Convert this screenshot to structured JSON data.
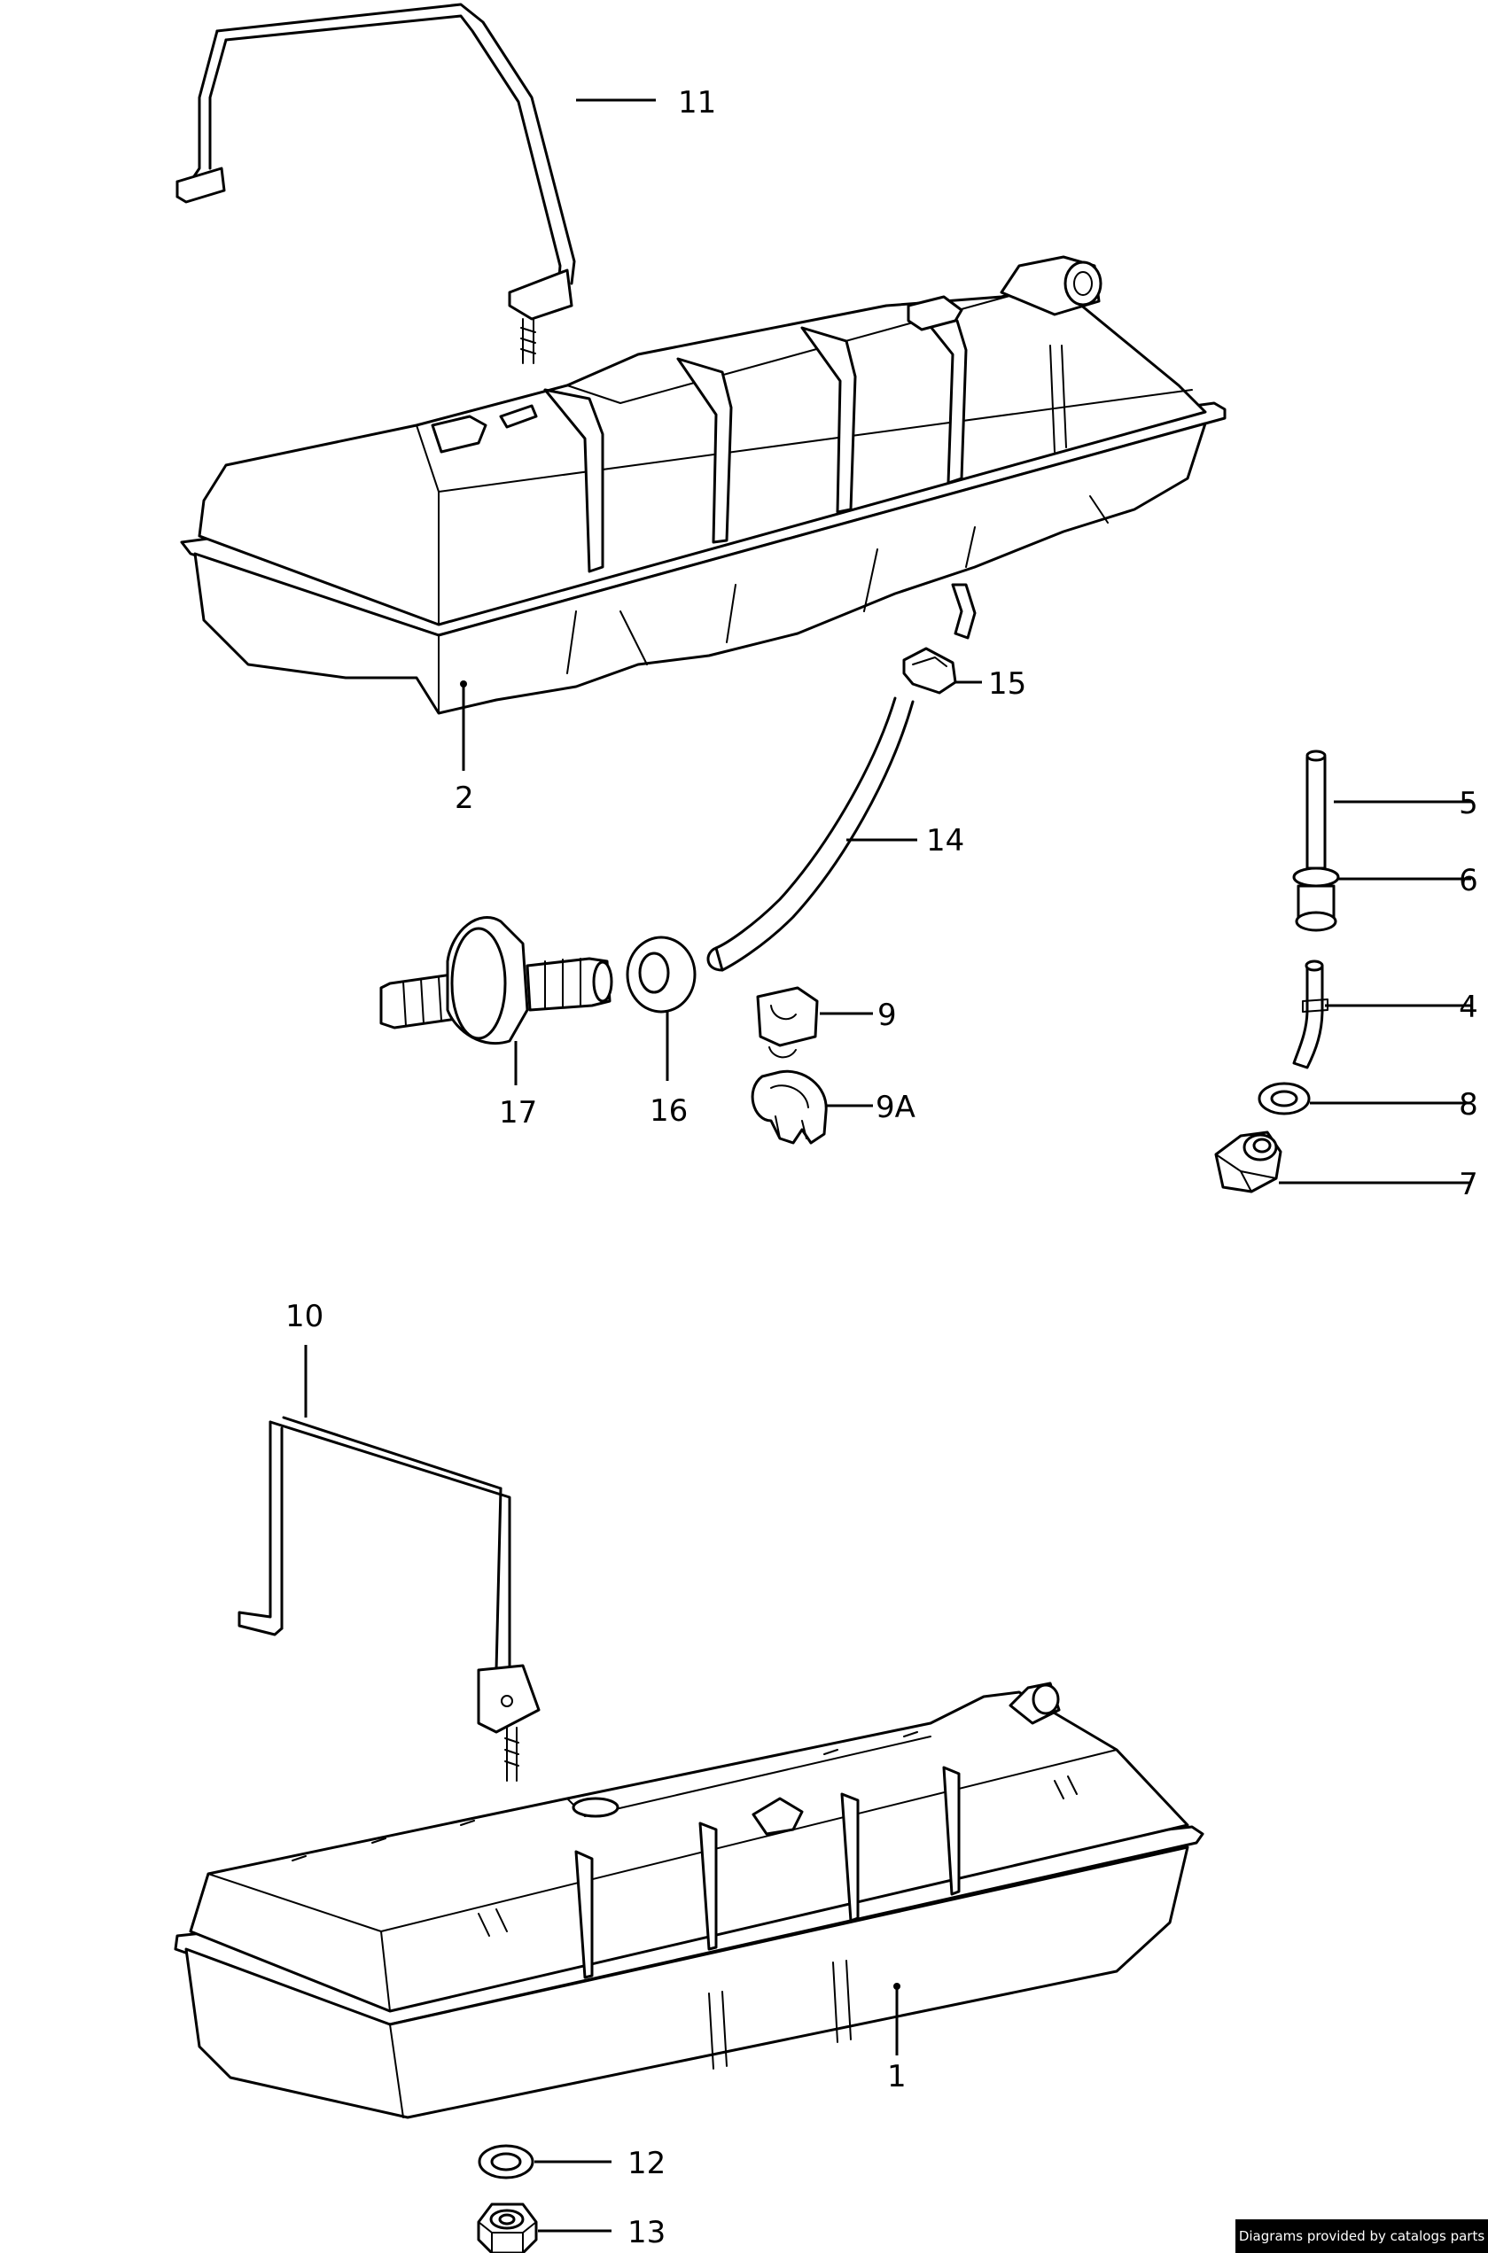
{
  "callouts": {
    "c1": "1",
    "c2": "2",
    "c4": "4",
    "c5": "5",
    "c6": "6",
    "c7": "7",
    "c8": "8",
    "c9": "9",
    "c9a": "9A",
    "c10": "10",
    "c11": "11",
    "c12": "12",
    "c13": "13",
    "c14": "14",
    "c15": "15",
    "c16": "16",
    "c17": "17"
  },
  "credit": "Diagrams provided by catalogs parts"
}
